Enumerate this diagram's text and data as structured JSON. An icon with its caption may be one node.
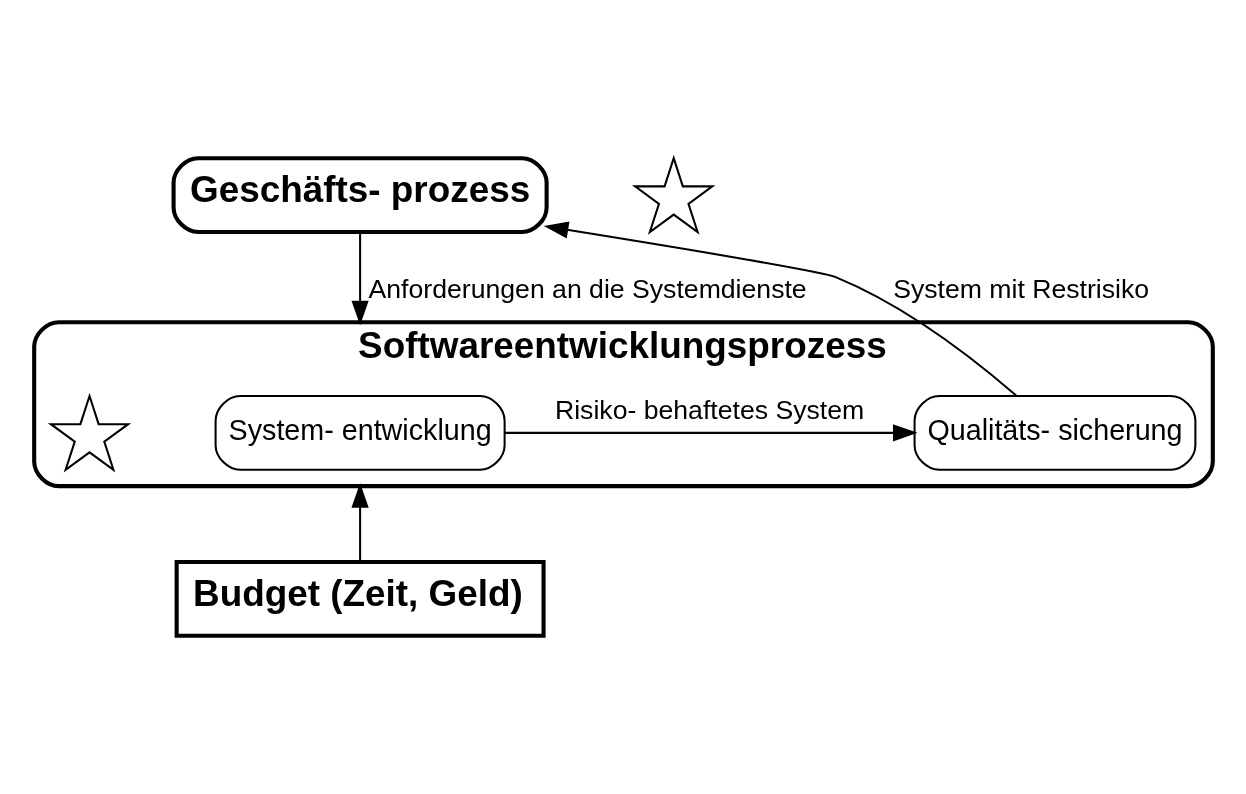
{
  "diagram": {
    "nodes": [
      {
        "text": [
          "Geschäfts- prozess"
        ]
      },
      {
        "text": [],
        "shape": "star"
      },
      {
        "text": [
          "Softwareentwicklungsprozess"
        ]
      },
      {
        "text": [
          "System- entwicklung"
        ],
        "in": 2
      },
      {
        "text": [
          "Qualitäts- sicherung"
        ],
        "in": 2
      },
      {
        "text": [],
        "shape": "star",
        "in": 2
      },
      {
        "text": [
          "Budget (Zeit, Geld)"
        ]
      }
    ],
    "edges": [
      {
        "from": 0,
        "to": 2,
        "arrow": "to",
        "label": "Anforderungen an die Systemdienste"
      },
      {
        "from": 3,
        "to": 4,
        "arrow": "to",
        "label": "Risiko- behaftetes System"
      },
      {
        "from": 4,
        "to": 0,
        "arrow": "to",
        "label": "System mit Restrisiko"
      },
      {
        "from": 6,
        "to": 2,
        "arrow": "to"
      }
    ]
  }
}
